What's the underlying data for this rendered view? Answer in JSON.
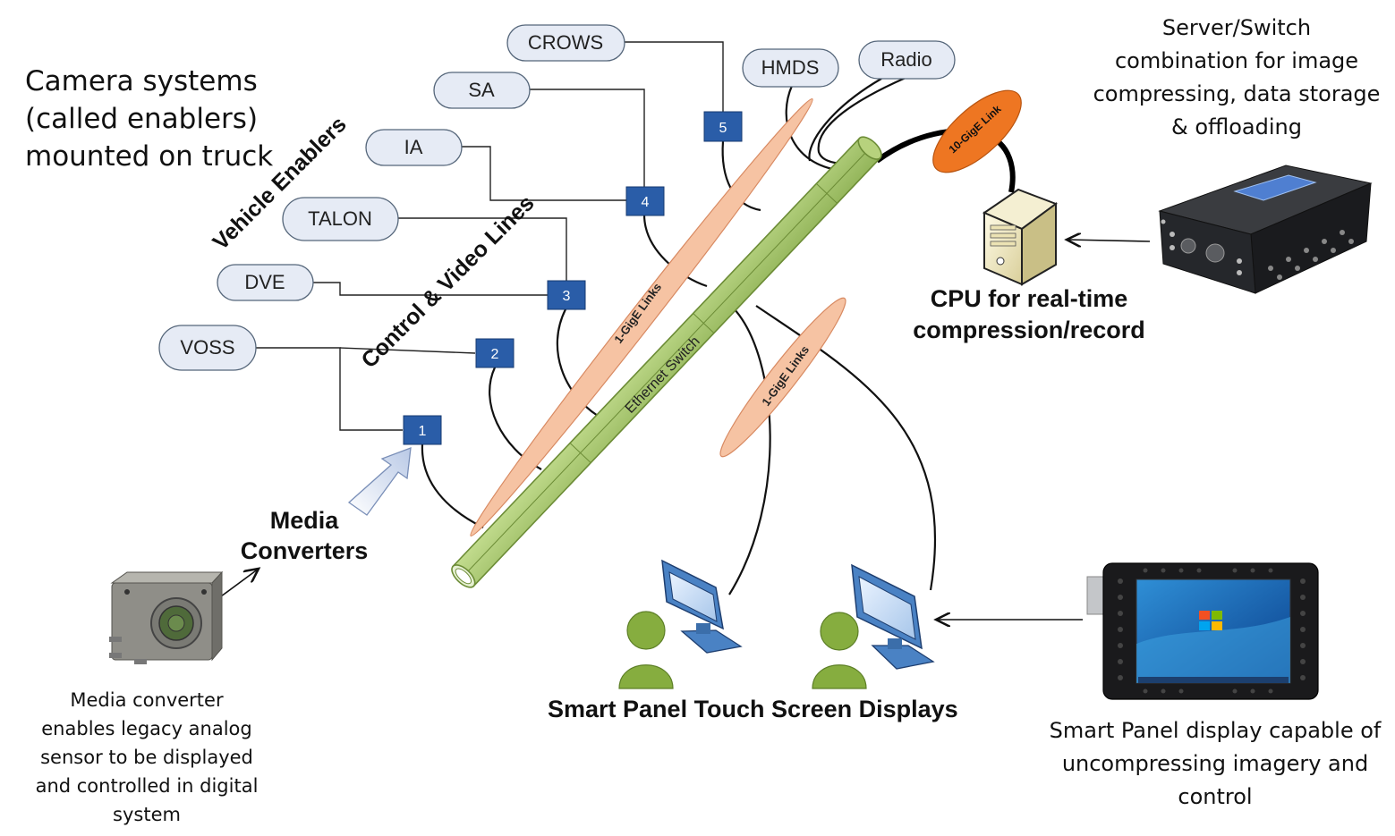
{
  "header": {
    "camera_systems": [
      "Camera systems",
      "(called enablers)",
      "mounted on truck"
    ]
  },
  "rotated_labels": {
    "vehicle_enablers": "Vehicle Enablers",
    "control_video_lines": "Control & Video Lines",
    "ethernet_switch": "Ethernet Switch",
    "gige_links_1": "1-GigE Links",
    "gige_links_2": "1-GigE Links",
    "ten_gige_link": "10-GigE Link"
  },
  "enablers": [
    {
      "label": "CROWS",
      "converter": "5"
    },
    {
      "label": "SA",
      "converter": "4"
    },
    {
      "label": "IA",
      "converter": "4"
    },
    {
      "label": "TALON",
      "converter": "3"
    },
    {
      "label": "DVE",
      "converter": "3"
    },
    {
      "label": "VOSS",
      "converter": "1"
    },
    {
      "label": "HMDS",
      "converter": ""
    },
    {
      "label": "Radio",
      "converter": ""
    }
  ],
  "converters": [
    "1",
    "2",
    "3",
    "4",
    "5"
  ],
  "media_converters": [
    "Media",
    "Converters"
  ],
  "media_converter_desc": [
    "Media converter",
    "enables legacy analog",
    "sensor to be displayed",
    "and controlled in digital",
    "system"
  ],
  "server": {
    "title": [
      "Server/Switch",
      "combination for image",
      "compressing, data storage",
      "&  offloading"
    ]
  },
  "cpu": [
    "CPU for real-time",
    "compression/record"
  ],
  "displays_label": "Smart Panel Touch Screen Displays",
  "smart_panel_desc": [
    "Smart Panel display capable of",
    "uncompressing imagery and",
    "control"
  ],
  "colors": {
    "pill_fill": "#e6ebf5",
    "pill_stroke": "#55667a",
    "box_fill": "#2a5da8",
    "switch_green": "#a4c56a",
    "switch_stroke": "#6c8c36",
    "link_peach": "#f6c3a3",
    "ten_gige_orange": "#ee7622",
    "person_green": "#86ad3f",
    "monitor_blue": "#4a82c4"
  }
}
